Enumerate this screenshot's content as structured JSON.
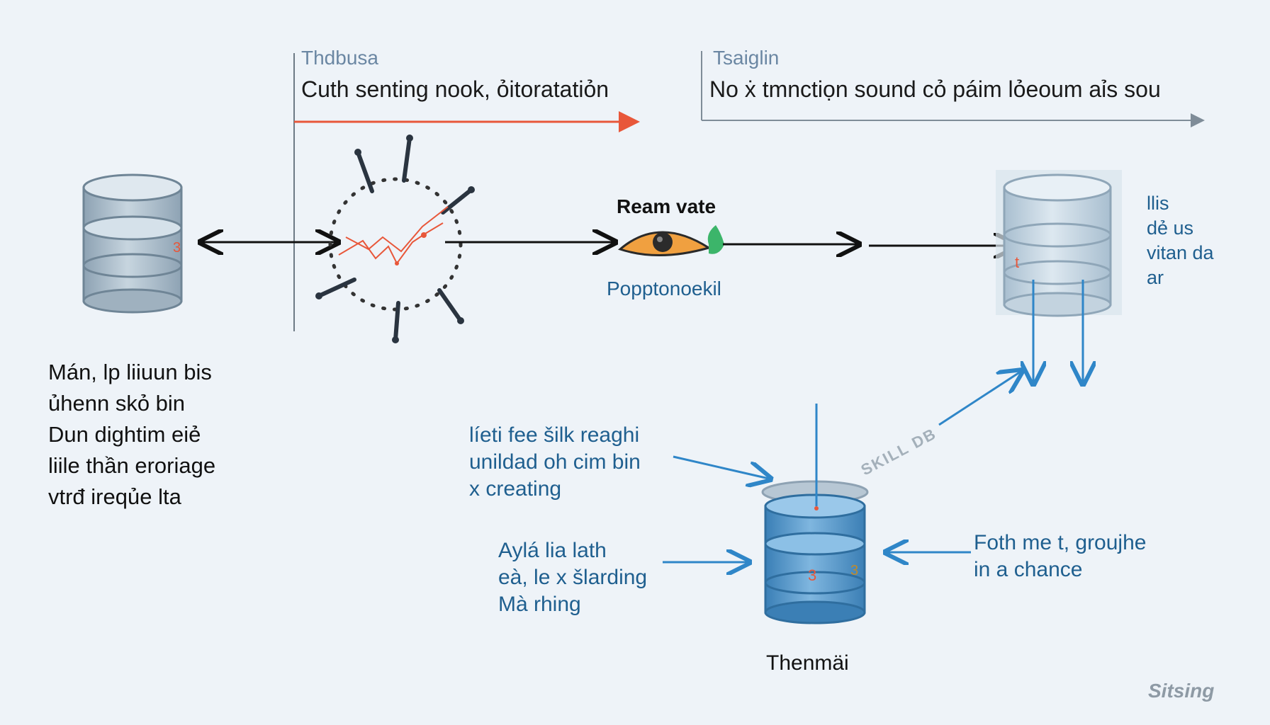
{
  "headers": {
    "left": {
      "small": "Thdbusa",
      "main": "Cuth senting nook, ỏitoratatiỏn"
    },
    "right": {
      "small": "Tsaiglin",
      "main": "No ẋ tmnctiọn sound cỏ páim lỏeoum aỉs sou"
    }
  },
  "left_text": [
    "Mán, lp liiuun bis",
    "ủhenn skỏ bin",
    "Dun dightim eiẻ",
    "liile thần eroriage",
    "vtrđ ireqủe lta"
  ],
  "center": {
    "label": "Ream vate",
    "sublabel": "Popptonoekil"
  },
  "right_text": [
    "llis",
    "dẻ us",
    "vitan da",
    "ar"
  ],
  "lower_left_blue": [
    "líeti fee šilk reaghi",
    "unildad oh cim bin",
    "x creating"
  ],
  "lower_left_blue2": [
    "Aylá lia lath",
    "eà, le x šlarding",
    "Mà rhing"
  ],
  "lower_right_blue": [
    "Foth me t, groujhe",
    "in a chance"
  ],
  "bottom_db_label": "Thenmäi",
  "diag_label": "SKILL DB",
  "watermark": "Sitsing",
  "db_marks": {
    "right_db": "t",
    "bottom_db_a": "3",
    "bottom_db_b": "3",
    "left_db": "3"
  },
  "colors": {
    "background": "#eef3f8",
    "accent_orange": "#e8573a",
    "accent_blue": "#2f86c8",
    "db_gray": "#aebfcc",
    "db_blue": "#4f93c9",
    "eye_orange": "#f0a040",
    "leaf_green": "#3cb56a"
  }
}
